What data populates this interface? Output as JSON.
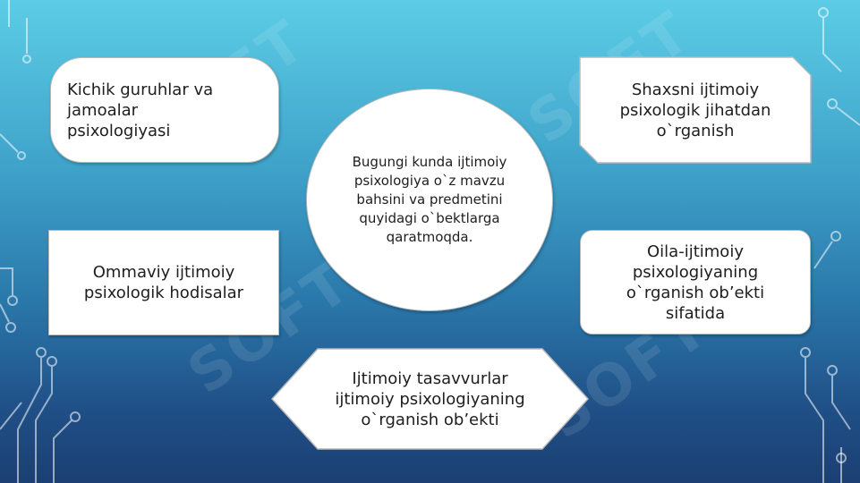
{
  "center": {
    "text": "Bugungi kunda ijtimoiy psixologiya o`z mavzu bahsini va predmetini quyidagi o`bektlarga qaratmoqda."
  },
  "top_left": {
    "text": "Kichik guruhlar va jamoalar psixologiyasi"
  },
  "top_right": {
    "text": "Shaxsni ijtimoiy psixologik jihatdan o`rganish"
  },
  "middle_left": {
    "text": "Ommaviy ijtimoiy psixologik hodisalar"
  },
  "middle_right": {
    "text": "Oila-ijtimoiy psixologiyaning o`rganish ob’ekti sifatida"
  },
  "bottom_center": {
    "text": "Ijtimoiy tasavvurlar ijtimoiy psixologiyaning o`rganish ob’ekti"
  },
  "watermark": {
    "text": "SOFT"
  },
  "colors": {
    "bg_top": "#5ccde6",
    "bg_bottom": "#1c3f73",
    "box_fill": "#ffffff",
    "box_border": "#b9b9b9",
    "text": "#1e1e1e"
  }
}
